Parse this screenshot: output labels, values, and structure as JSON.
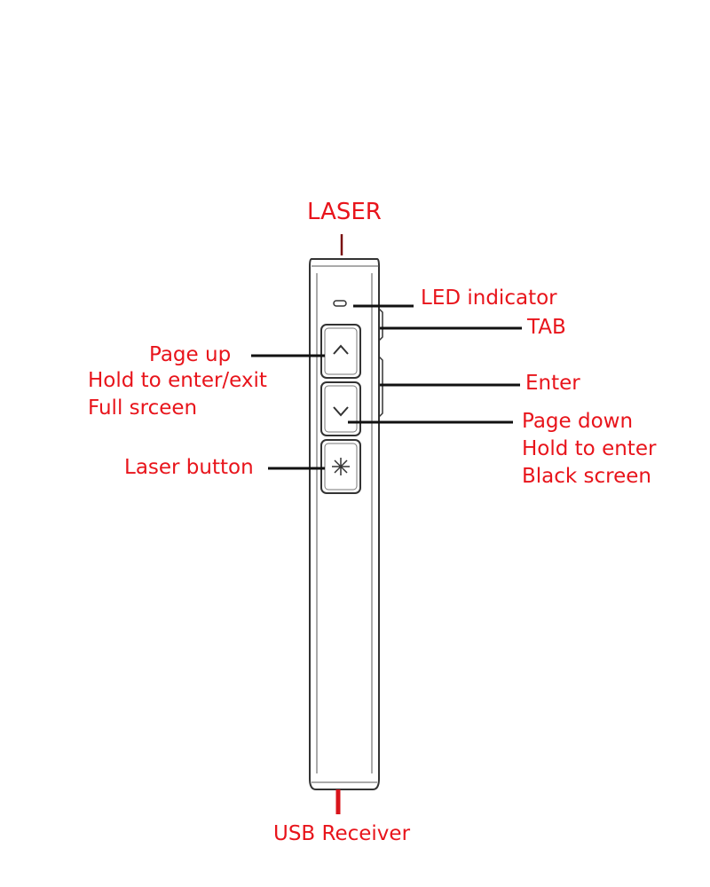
{
  "labels": {
    "laser": "LASER",
    "led_indicator": "LED indicator",
    "tab": "TAB",
    "page_up": [
      "Page up",
      "Hold to enter/exit",
      "Full srceen"
    ],
    "enter": "Enter",
    "page_down": [
      "Page down",
      "Hold to enter",
      "Black screen"
    ],
    "laser_button": "Laser button",
    "usb_receiver": "USB Receiver"
  },
  "icons": {
    "page_up_button": "chevron-up-icon",
    "page_down_button": "chevron-down-icon",
    "laser_button": "asterisk-icon"
  },
  "colors": {
    "label_text": "#e8141b",
    "leader_line": "#111111",
    "device_outline": "#333333",
    "usb_tip": "#d8141b"
  }
}
